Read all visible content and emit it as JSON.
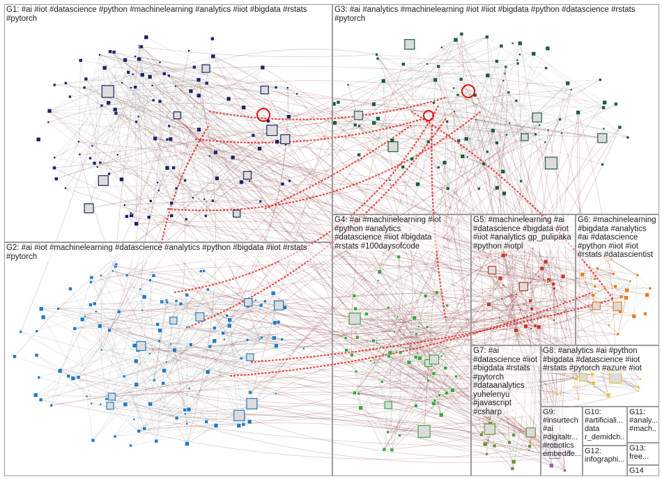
{
  "groups": [
    {
      "id": "G1",
      "label": "G1: #ai #iot #datascience #python #machinelearning #analytics #iiot #bigdata #rstats #pytorch",
      "color": "#1c2466"
    },
    {
      "id": "G3",
      "label": "G3: #ai #analytics #machinelearning #iot #iiot #bigdata #python #datascience #rstats #pytorch",
      "color": "#1f5e3a"
    },
    {
      "id": "G2",
      "label": "G2: #ai #iot #machinelearning #datascience #analytics #python #bigdata #iiot #rstats #pytorch",
      "color": "#1f7bc4"
    },
    {
      "id": "G4",
      "label": "G4: #ai #machinelearning #iot #python #analytics #datascience #iiot #bigdata #rstats #100daysofcode",
      "color": "#3aa641"
    },
    {
      "id": "G5",
      "label": "G5: #machinelearning #ai #datascience #bigdata #iot #iiot #analytics gp_pulipaka #python #iotpl",
      "color": "#c0392b"
    },
    {
      "id": "G6",
      "label": "G6: #machinelearning #bigdata #analytics #ai #datascience #python #iiot #iot #rstats #datascientist",
      "color": "#e67e22"
    },
    {
      "id": "G7",
      "label": "G7: #ai #datascience #iiot #bigdata #rstats #pytorch #dataanalytics yuhelenyu #javascript #csharp",
      "color": "#6d8f3b"
    },
    {
      "id": "G8",
      "label": "G8: #analytics #ai #python #bigdata #datascience #iiot #rstats #pytorch #azure #iot",
      "color": "#e0c341"
    },
    {
      "id": "G9",
      "label": "G9: #insurtech #ai #digitaltr... #robotics embedde...",
      "color": "#9b59b6"
    },
    {
      "id": "G10",
      "label": "G10: #artificiali... data r_demidch...",
      "color": "#7f8c8d"
    },
    {
      "id": "G11",
      "label": "G11: #analy... #mach...",
      "color": "#34495e"
    },
    {
      "id": "G12",
      "label": "G12: infographi...",
      "color": "#95a5a6"
    },
    {
      "id": "G13",
      "label": "G13: free...",
      "color": "#16a085"
    },
    {
      "id": "G14",
      "label": "G14",
      "color": "#2c3e50"
    }
  ],
  "colors": {
    "edge_gray": "#9e9e9e",
    "edge_brown": "#8a3b3b",
    "edge_red": "#e01010",
    "box_border": "#9a9a9a"
  }
}
